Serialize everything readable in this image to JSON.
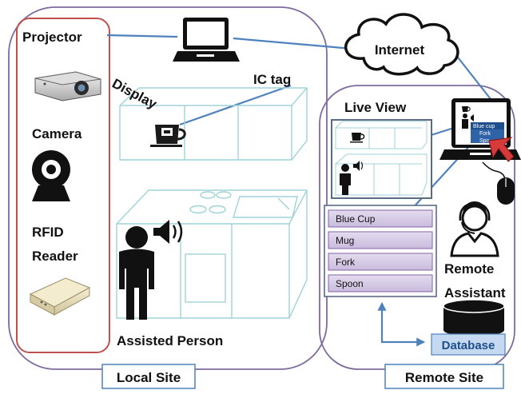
{
  "local": {
    "projector_label": "Projector",
    "camera_label": "Camera",
    "rfid_label_1": "RFID",
    "rfid_label_2": "Reader",
    "display_label": "Display",
    "ic_tag_label": "IC tag",
    "assisted_person_label": "Assisted Person",
    "site_label": "Local Site"
  },
  "network": {
    "internet_label": "Internet"
  },
  "remote": {
    "live_view_label": "Live View",
    "screen_items": [
      "Blue cup",
      "Fork",
      "Spo"
    ],
    "item_list": [
      "Blue Cup",
      "Mug",
      "Fork",
      "Spoon"
    ],
    "assistant_label_1": "Remote",
    "assistant_label_2": "Assistant",
    "database_label": "Database",
    "site_label": "Remote Site"
  },
  "colors": {
    "local_border": "#c0504d",
    "remote_border": "#8064a2",
    "connector": "#4f81bd",
    "list_item_fill": "#d9cfe8",
    "kitchen_line": "#9fd3d8",
    "database_label_fill": "#c5d9f1"
  }
}
